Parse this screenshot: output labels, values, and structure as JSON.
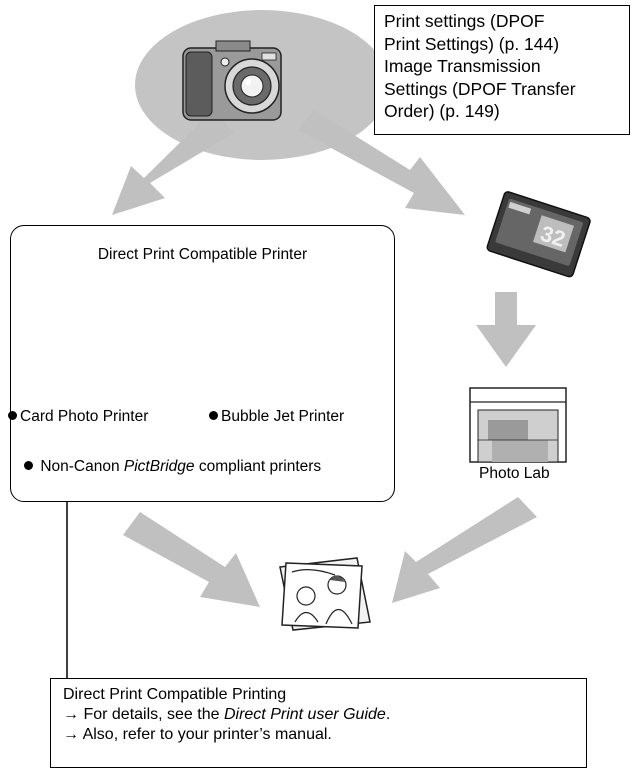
{
  "callout": {
    "lines": [
      "Print settings (DPOF",
      "Print Settings) (p. 144)",
      "Image Transmission",
      "Settings (DPOF Transfer",
      "Order) (p. 149)"
    ]
  },
  "printer_panel": {
    "title": "Direct Print Compatible Printer",
    "card_photo_printer": "Card Photo Printer",
    "bubble_jet_printer": "Bubble Jet Printer",
    "non_canon_prefix": "Non-Canon ",
    "non_canon_italic": "PictBridge",
    "non_canon_suffix": " compliant printers"
  },
  "photo_lab": {
    "label": "Photo Lab"
  },
  "footer": {
    "line1": "Direct Print Compatible Printing",
    "line2_prefix": "→ For details, see the ",
    "line2_italic": "Direct Print user Guide",
    "line2_suffix": ".",
    "line3": "→ Also, refer to your printer’s manual."
  },
  "colors": {
    "arrow": "#c0c0c0",
    "oval": "#c4c4c4",
    "border": "#000000"
  },
  "icons": [
    "camera-icon",
    "memory-card-icon",
    "card-photo-printer-icon",
    "bubble-jet-printer-icon",
    "photo-lab-icon",
    "photo-prints-icon"
  ]
}
